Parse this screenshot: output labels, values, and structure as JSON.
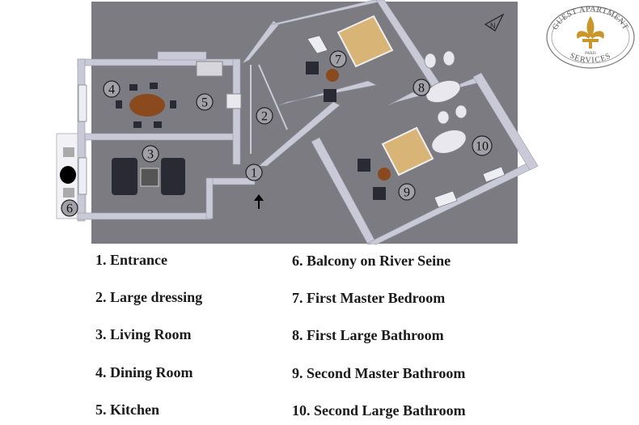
{
  "legend": [
    {
      "num": "1",
      "label": "1. Entrance"
    },
    {
      "num": "2",
      "label": "2. Large dressing"
    },
    {
      "num": "3",
      "label": "3. Living Room"
    },
    {
      "num": "4",
      "label": "4. Dining Room"
    },
    {
      "num": "5",
      "label": "5. Kitchen"
    },
    {
      "num": "6",
      "label": "6. Balcony on River Seine"
    },
    {
      "num": "7",
      "label": "7. First Master Bedroom"
    },
    {
      "num": "8",
      "label": "8. First Large Bathroom"
    },
    {
      "num": "9",
      "label": "9. Second Master Bathroom"
    },
    {
      "num": "10",
      "label": "10. Second Large Bathroom"
    }
  ],
  "logo": {
    "top_text": "GUEST APARTMENT",
    "bottom_text": "SERVICES",
    "city_text": "PARIS"
  },
  "compass_label": "N",
  "colors": {
    "floor": "#7b7b81",
    "wall": "#c9c9d8",
    "furniture": "#2a2a35",
    "bed": "#d8b577",
    "wood": "#8a4a1e",
    "logo_gold": "#c9962a"
  }
}
